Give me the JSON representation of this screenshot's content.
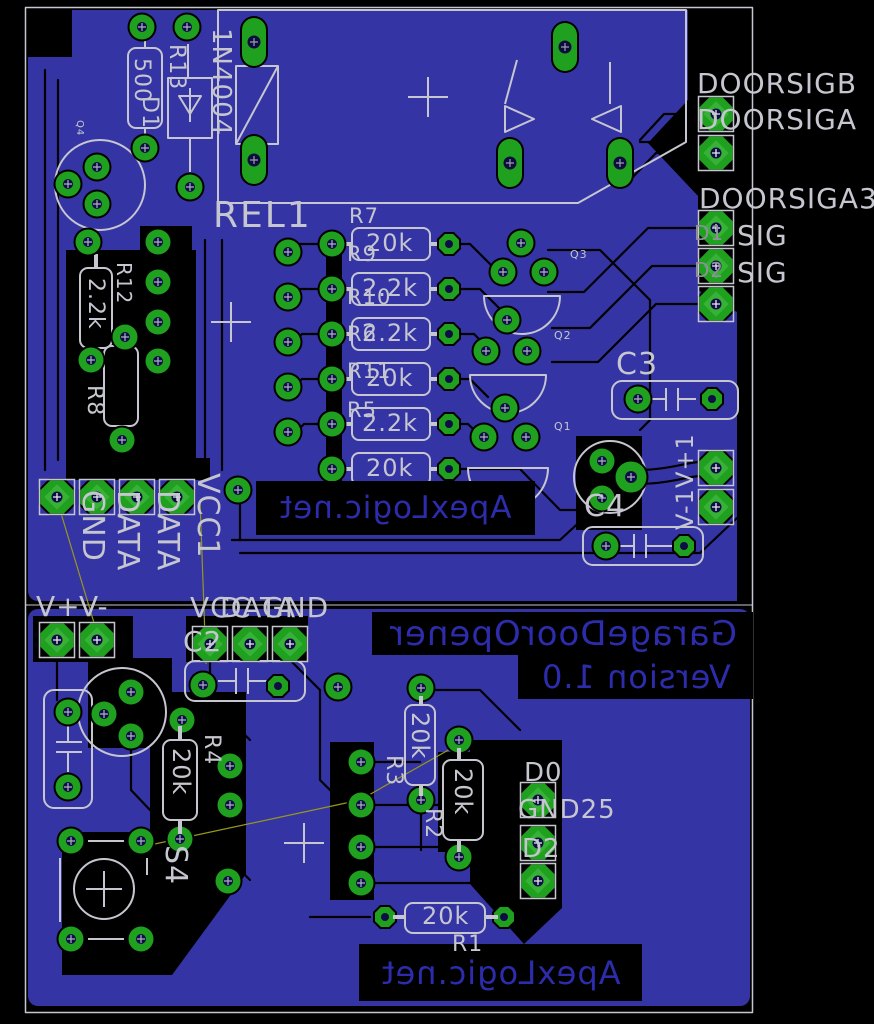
{
  "colors": {
    "background": "#000000",
    "copper_pour": "#3434a4",
    "pad_green": "#1fa01f",
    "pad_highlight": "#55c855",
    "silkscreen": "#c6c6d0",
    "mirror_text_blue": "#2c2cad",
    "airwire_yellow": "#97971e"
  },
  "top": {
    "relay_ref": "REL1",
    "r13": {
      "ref": "R13",
      "value": "500"
    },
    "d1": {
      "ref": "D1",
      "value": "1N4004"
    },
    "resistors": [
      {
        "ref": "R7",
        "value": "20k"
      },
      {
        "ref": "R9",
        "value": "2.2k"
      },
      {
        "ref": "R10",
        "value": "2.2k"
      },
      {
        "ref": "R6",
        "value": "20k"
      },
      {
        "ref": "R11",
        "value": "2.2k"
      },
      {
        "ref": "R5",
        "value": "20k"
      }
    ],
    "r12": {
      "ref": "R12",
      "value": "2.2k"
    },
    "r8_ref": "R8",
    "q1": "Q1",
    "q2": "Q2",
    "q3": "Q3",
    "q4": "Q4",
    "c3": "C3",
    "c4": "C4",
    "header": [
      "GND",
      "DATA",
      "DATA",
      "VCC1"
    ],
    "power_rail": "V-1V+1",
    "connector": [
      "DOORSIGB",
      "DOORSIGA",
      "DOORSIGA3",
      "SIG",
      "SIG"
    ],
    "connector_refs": [
      "D1",
      "D2"
    ],
    "brand": "ApexLogic.net"
  },
  "bottom": {
    "title": "GarageDoorOpener",
    "version": "Version 1.0",
    "power": [
      "V+",
      "V-"
    ],
    "header": [
      "VCC",
      "DATA",
      "GND"
    ],
    "io": [
      "D0",
      "GND25",
      "D2"
    ],
    "r1": {
      "ref": "R1",
      "value": "20k"
    },
    "r2": {
      "ref": "R2",
      "value": "20k"
    },
    "r3": {
      "ref": "R3",
      "value": "20k"
    },
    "r4": {
      "ref": "R4",
      "value": "20k"
    },
    "s4_ref": "S4",
    "c2_ref": "C2",
    "brand": "ApexLogic.net"
  }
}
